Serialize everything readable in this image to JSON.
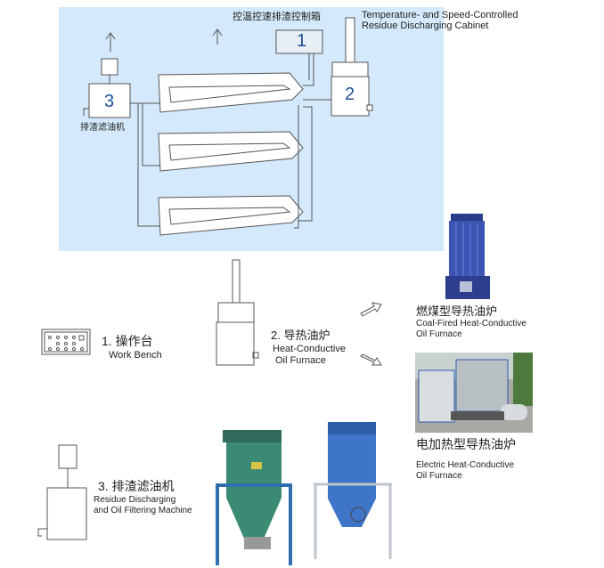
{
  "top": {
    "cabinet_cn": "控温控速排渣控制箱",
    "cabinet_en_1": "Temperature- and Speed-Controlled",
    "cabinet_en_2": "Residue Discharging Cabinet",
    "machine3_cn": "排渣滤油机",
    "n1": "1",
    "n2": "2",
    "n3": "3"
  },
  "legend": {
    "workbench_cn": "1. 操作台",
    "workbench_en": "Work Bench",
    "furnace_cn": "2. 导热油炉",
    "furnace_en_1": "Heat-Conductive",
    "furnace_en_2": "Oil Furnace",
    "filter_cn": "3. 排渣滤油机",
    "filter_en_1": "Residue Discharging",
    "filter_en_2": "and Oil Filtering Machine"
  },
  "products": {
    "coal_cn": "燃煤型导热油炉",
    "coal_en_1": "Coal-Fired Heat-Conductive",
    "coal_en_2": "Oil Furnace",
    "electric_cn": "电加热型导热油炉",
    "electric_en_1": "Electric Heat-Conductive",
    "electric_en_2": "Oil Furnace"
  },
  "colors": {
    "panel": "#d4e9fb",
    "number": "#1d4f9a",
    "line": "#555555"
  }
}
